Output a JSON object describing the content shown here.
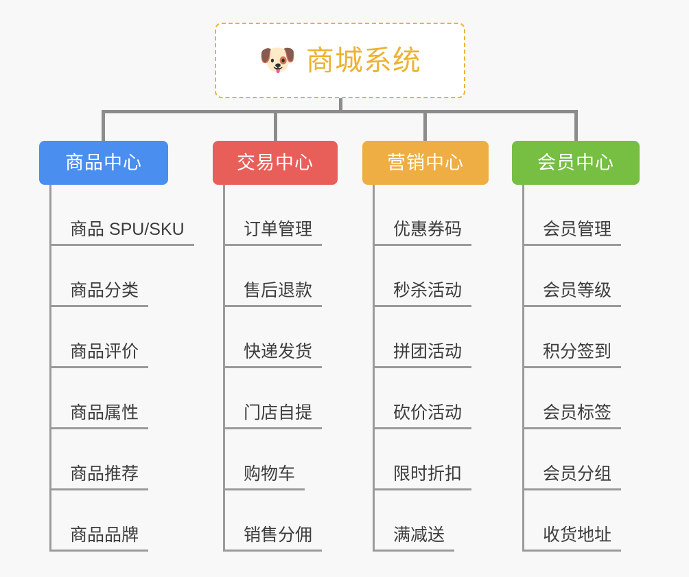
{
  "canvas": {
    "background": "#f8f8f8",
    "connector_color": "#8c8c8c",
    "leaf_line_color": "#9a9a9a"
  },
  "root": {
    "icon": "shiba-dog-face-icon",
    "emoji": "🐶",
    "title": "商城系统",
    "color": "#edb233",
    "border_style": "dashed",
    "fill": "#ffffff"
  },
  "categories": [
    {
      "id": "product-center",
      "label": "商品中心",
      "color": "#4a8ef0",
      "items": [
        "商品 SPU/SKU",
        "商品分类",
        "商品评价",
        "商品属性",
        "商品推荐",
        "商品品牌"
      ]
    },
    {
      "id": "trade-center",
      "label": "交易中心",
      "color": "#e85f59",
      "items": [
        "订单管理",
        "售后退款",
        "快递发货",
        "门店自提",
        "购物车",
        "销售分佣"
      ]
    },
    {
      "id": "marketing-center",
      "label": "营销中心",
      "color": "#eeae43",
      "items": [
        "优惠券码",
        "秒杀活动",
        "拼团活动",
        "砍价活动",
        "限时折扣",
        "满减送"
      ]
    },
    {
      "id": "member-center",
      "label": "会员中心",
      "color": "#76bf43",
      "items": [
        "会员管理",
        "会员等级",
        "积分签到",
        "会员标签",
        "会员分组",
        "收货地址"
      ]
    }
  ]
}
